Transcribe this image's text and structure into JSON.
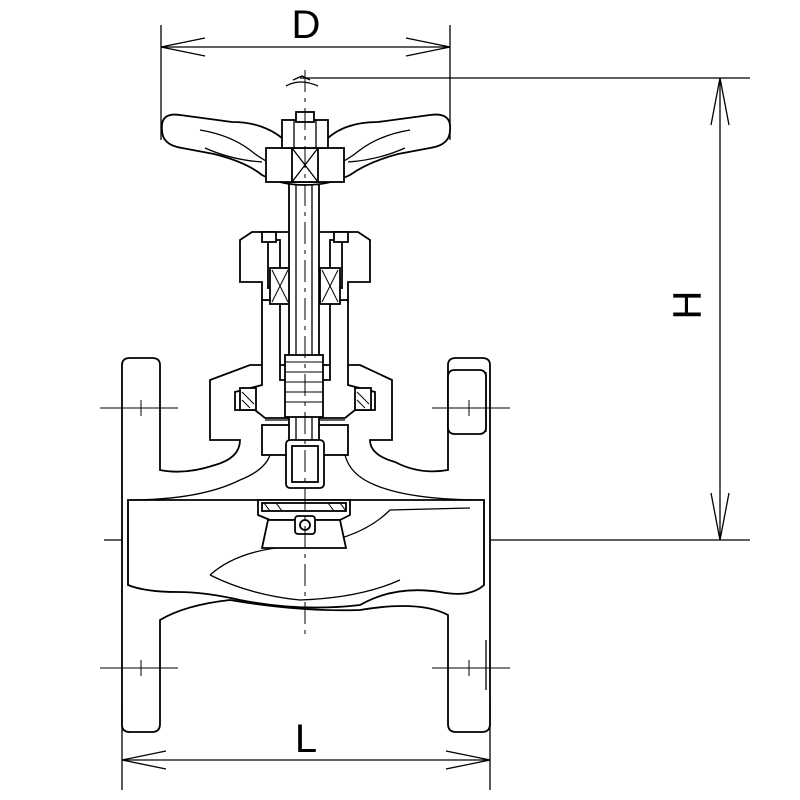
{
  "dimensions": {
    "diameter_label": "D",
    "height_label": "H",
    "length_label": "L"
  },
  "colors": {
    "line": "#000000",
    "background": "#ffffff"
  }
}
